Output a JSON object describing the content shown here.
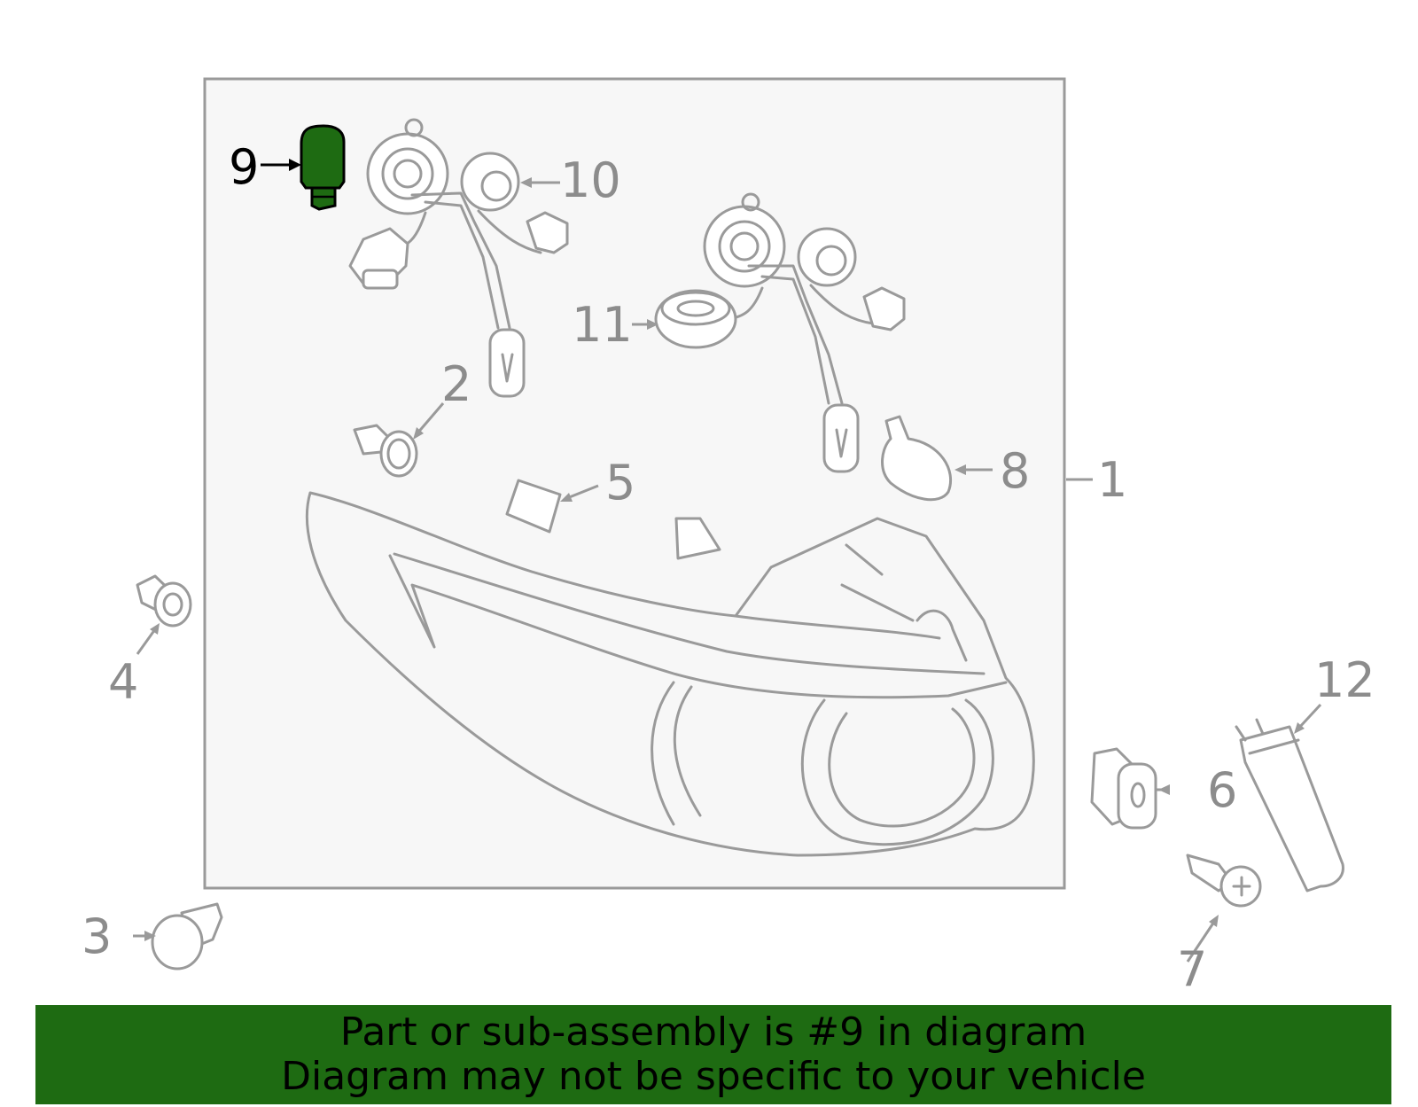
{
  "diagram": {
    "callouts": {
      "c1": "1",
      "c2": "2",
      "c3": "3",
      "c4": "4",
      "c5": "5",
      "c6": "6",
      "c7": "7",
      "c8": "8",
      "c9": "9",
      "c10": "10",
      "c11": "11",
      "c12": "12"
    },
    "highlight_part": "9",
    "colors": {
      "highlight_fill": "#1e6b12",
      "banner_bg": "#1e6b12",
      "line_gray": "#9a9a9a",
      "box_bg": "#f7f7f7"
    }
  },
  "banner": {
    "line1": "Part or sub-assembly is #9 in diagram",
    "line2": "Diagram may not be specific to your vehicle"
  }
}
